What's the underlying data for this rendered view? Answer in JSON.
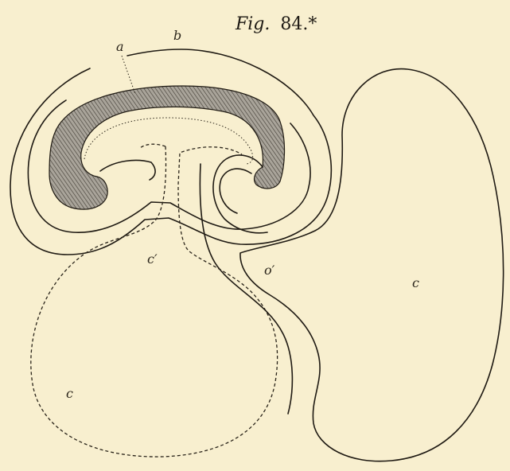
{
  "figure": {
    "caption_prefix": "Fig.",
    "caption_number": "84.*"
  },
  "labels": {
    "a": "a",
    "b": "b",
    "c_prime": "c′",
    "o_prime": "o′",
    "c_right": "c",
    "c_bottom": "c"
  },
  "colors": {
    "paper": "#f8efcf",
    "ink": "#1f1a13",
    "hatch": "#7c776d"
  }
}
